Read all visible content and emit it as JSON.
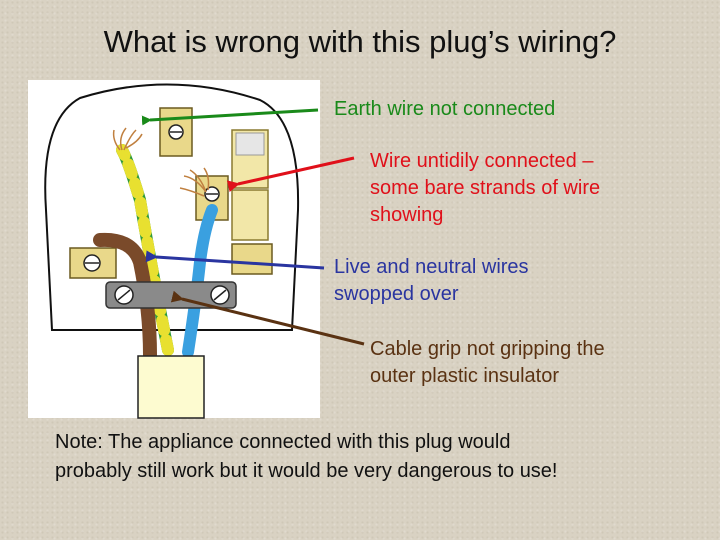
{
  "title": "What is wrong with this plug’s wiring?",
  "callouts": [
    {
      "text": "Earth wire not connected",
      "color": "#1a8a1a"
    },
    {
      "lines": [
        "Wire untidily connected –",
        "some bare strands of wire",
        "showing"
      ],
      "color": "#e0101a"
    },
    {
      "lines": [
        "Live and neutral wires",
        "swopped over"
      ],
      "color": "#2a35a0"
    },
    {
      "lines": [
        "Cable grip not gripping the",
        "outer plastic insulator"
      ],
      "color": "#5a3212"
    }
  ],
  "note": {
    "lines": [
      "Note: The appliance connected with this plug would",
      "probably still work but it would be very dangerous to use!"
    ]
  },
  "colors": {
    "earth_green": "#2f9a3a",
    "earth_yellow": "#e8e030",
    "live_brown": "#7a4a2a",
    "neutral_blue": "#3aa0e0",
    "brass": "#e9d88a",
    "grip_grey": "#8a8a8a"
  }
}
